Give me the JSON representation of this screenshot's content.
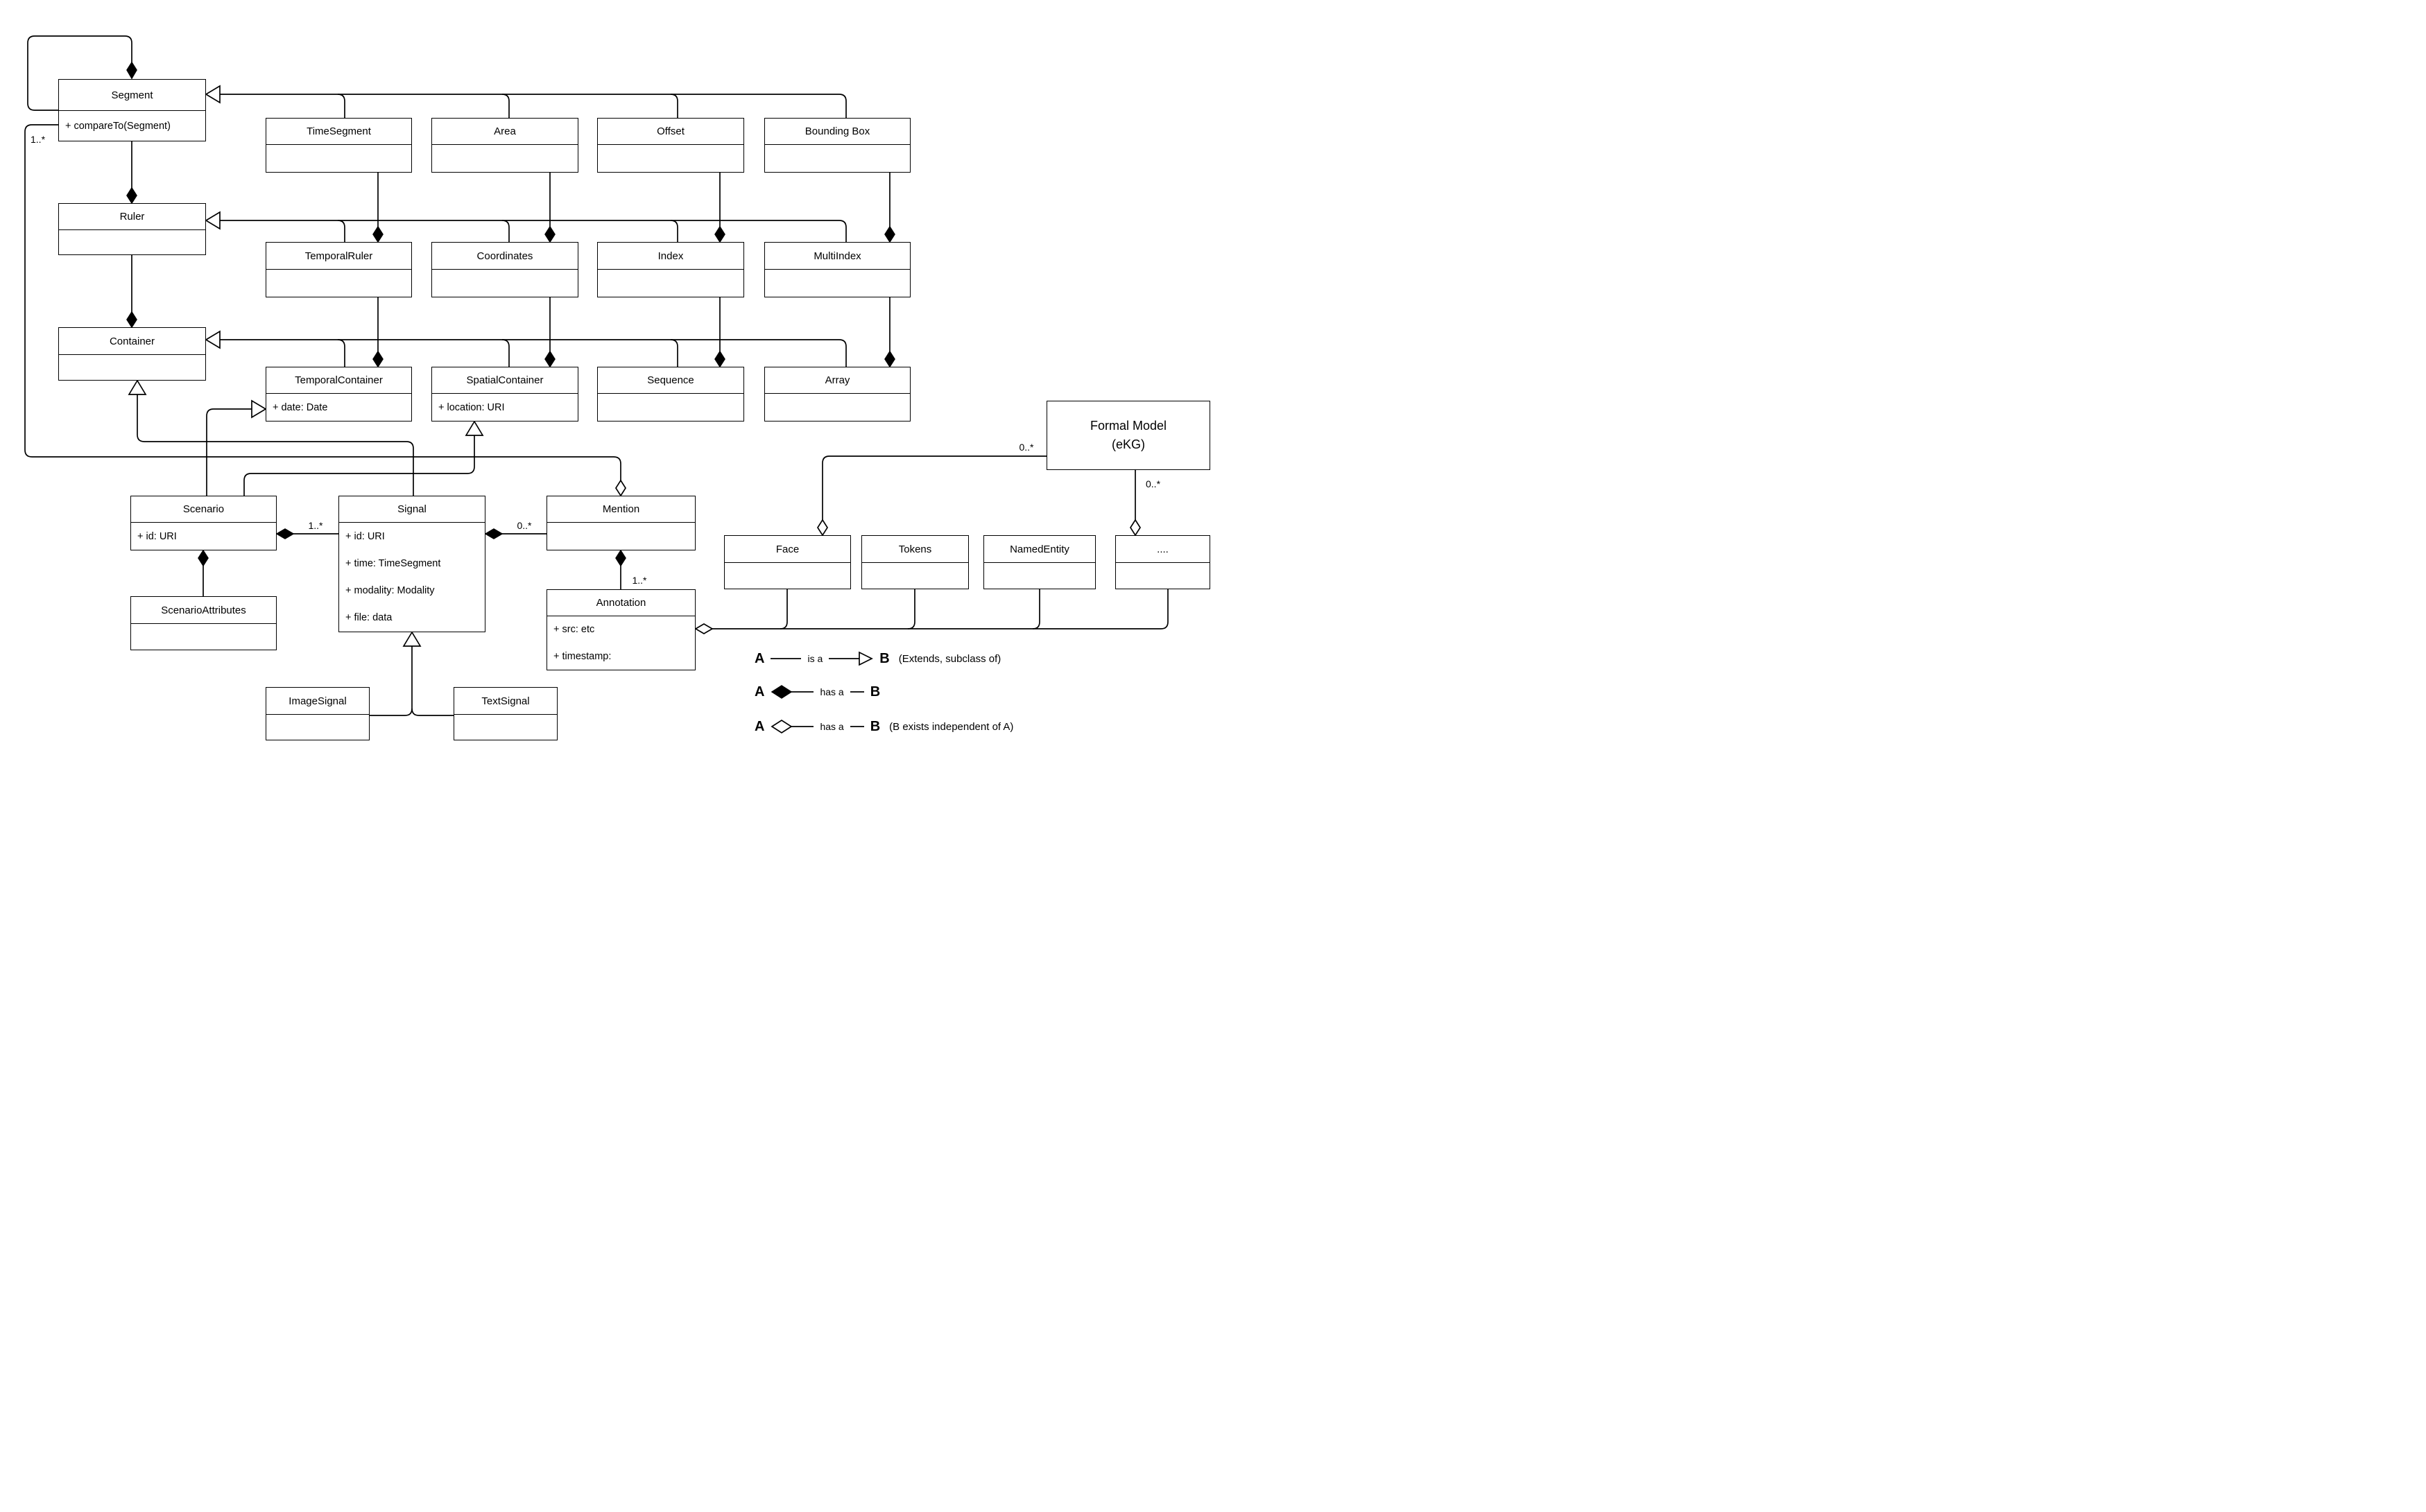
{
  "diagram": {
    "classes": {
      "segment": {
        "title": "Segment",
        "attrs": [
          "+ compareTo(Segment)"
        ]
      },
      "timesegment": {
        "title": "TimeSegment"
      },
      "area": {
        "title": "Area"
      },
      "offset": {
        "title": "Offset"
      },
      "boundingbox": {
        "title": "Bounding Box"
      },
      "ruler": {
        "title": "Ruler"
      },
      "temporalruler": {
        "title": "TemporalRuler"
      },
      "coordinates": {
        "title": "Coordinates"
      },
      "index": {
        "title": "Index"
      },
      "multiindex": {
        "title": "MultiIndex"
      },
      "container": {
        "title": "Container"
      },
      "temporalcontainer": {
        "title": "TemporalContainer",
        "attrs": [
          "+ date: Date"
        ]
      },
      "spatialcontainer": {
        "title": "SpatialContainer",
        "attrs": [
          "+ location: URI"
        ]
      },
      "sequence": {
        "title": "Sequence"
      },
      "array": {
        "title": "Array"
      },
      "scenario": {
        "title": "Scenario",
        "attrs": [
          "+ id: URI"
        ]
      },
      "signal": {
        "title": "Signal",
        "attrs": [
          "+ id: URI",
          "+ time: TimeSegment",
          "+ modality: Modality",
          "+ file: data"
        ]
      },
      "mention": {
        "title": "Mention"
      },
      "scenarioattributes": {
        "title": "ScenarioAttributes"
      },
      "annotation": {
        "title": "Annotation",
        "attrs": [
          "+ src: etc",
          "+ timestamp:"
        ]
      },
      "imagesignal": {
        "title": "ImageSignal"
      },
      "textsignal": {
        "title": "TextSignal"
      },
      "formalmodel": {
        "title": "Formal Model",
        "subtitle": "(eKG)"
      },
      "face": {
        "title": "Face"
      },
      "tokens": {
        "title": "Tokens"
      },
      "namedentity": {
        "title": "NamedEntity"
      },
      "etc": {
        "title": "...."
      }
    },
    "multiplicities": {
      "segment_mention": "1..*",
      "scenario_signal": "1..*",
      "signal_mention": "0..*",
      "mention_annotation": "1..*",
      "formalmodel_face": "0..*",
      "formalmodel_etc": "0..*"
    },
    "legend": {
      "rows": [
        {
          "a": "A",
          "label": "is a",
          "b": "B",
          "note": "(Extends, subclass of)"
        },
        {
          "a": "A",
          "label": "has a",
          "b": "B",
          "note": ""
        },
        {
          "a": "A",
          "label": "has a",
          "b": "B",
          "note": "(B exists independent of A)"
        }
      ]
    },
    "colors": {
      "line": "#000000",
      "background": "#ffffff",
      "box_fill": "#ffffff"
    }
  }
}
